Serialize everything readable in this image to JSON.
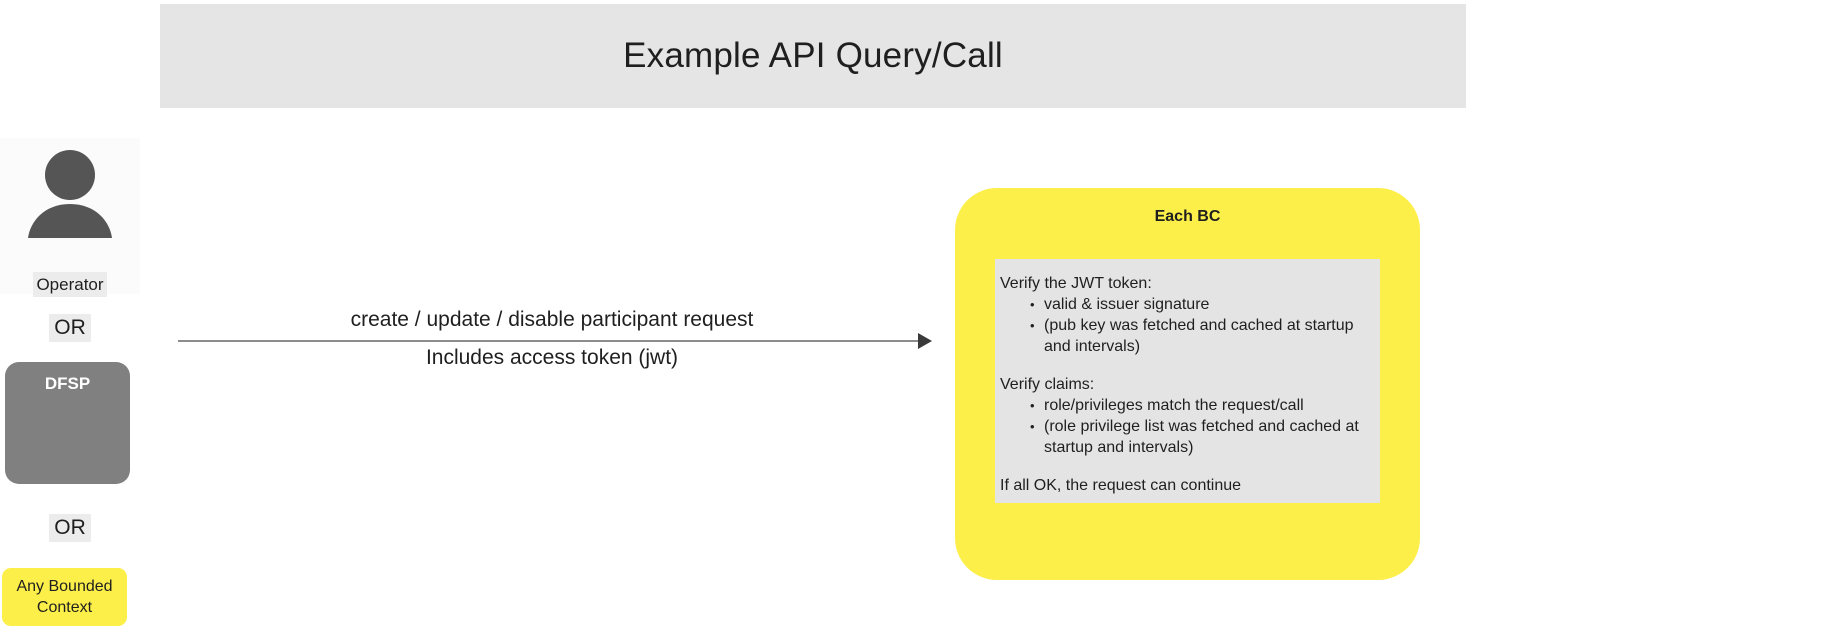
{
  "header": {
    "title": "Example API Query/Call"
  },
  "actors": {
    "operator": {
      "icon": "person-actor-icon",
      "label": "Operator"
    },
    "or_1": "OR",
    "dfsp": {
      "label": "DFSP"
    },
    "or_2": "OR",
    "any_bounded_context": {
      "label": "Any Bounded Context"
    }
  },
  "arrow": {
    "icon": "arrow-right-icon",
    "label_top": "create / update / disable participant request",
    "label_bottom": "Includes access token (jwt)"
  },
  "bounded_context": {
    "title": "Each BC",
    "note": {
      "section_1_heading": "Verify the JWT token:",
      "section_1_items": [
        "valid & issuer signature",
        "(pub key was fetched and cached at startup and intervals)"
      ],
      "section_2_heading": "Verify claims:",
      "section_2_items": [
        "role/privileges match the request/call",
        "(role privilege list was fetched and cached at startup and intervals)"
      ],
      "footer": "If all OK, the request can continue"
    }
  },
  "colors": {
    "header_bar": "#e5e5e5",
    "yellow": "#fcef4a",
    "gray_box": "#808080",
    "note_bg": "#e4e4e4",
    "actor_gray": "#555555",
    "arrow": "#8c8c8c"
  }
}
